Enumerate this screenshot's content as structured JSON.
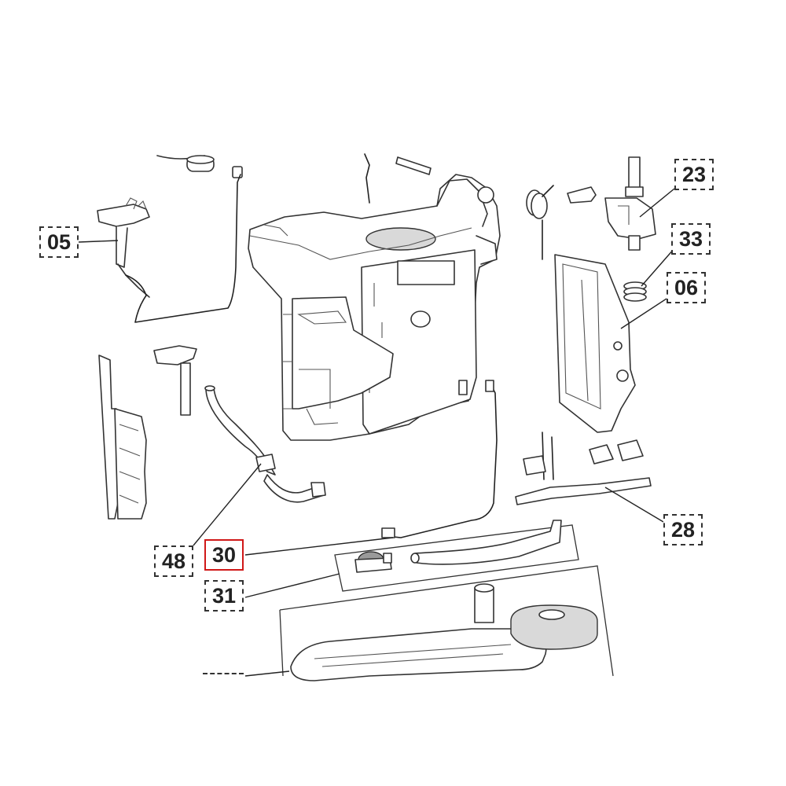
{
  "diagram": {
    "type": "exploded parts diagram",
    "highlight_color": "#d01818",
    "callouts": [
      {
        "id": "c05",
        "label": "05",
        "highlighted": false
      },
      {
        "id": "c23",
        "label": "23",
        "highlighted": false
      },
      {
        "id": "c33",
        "label": "33",
        "highlighted": false
      },
      {
        "id": "c06",
        "label": "06",
        "highlighted": false
      },
      {
        "id": "c28",
        "label": "28",
        "highlighted": false
      },
      {
        "id": "c48",
        "label": "48",
        "highlighted": false
      },
      {
        "id": "c30",
        "label": "30",
        "highlighted": true
      },
      {
        "id": "c31",
        "label": "31",
        "highlighted": false
      }
    ]
  }
}
